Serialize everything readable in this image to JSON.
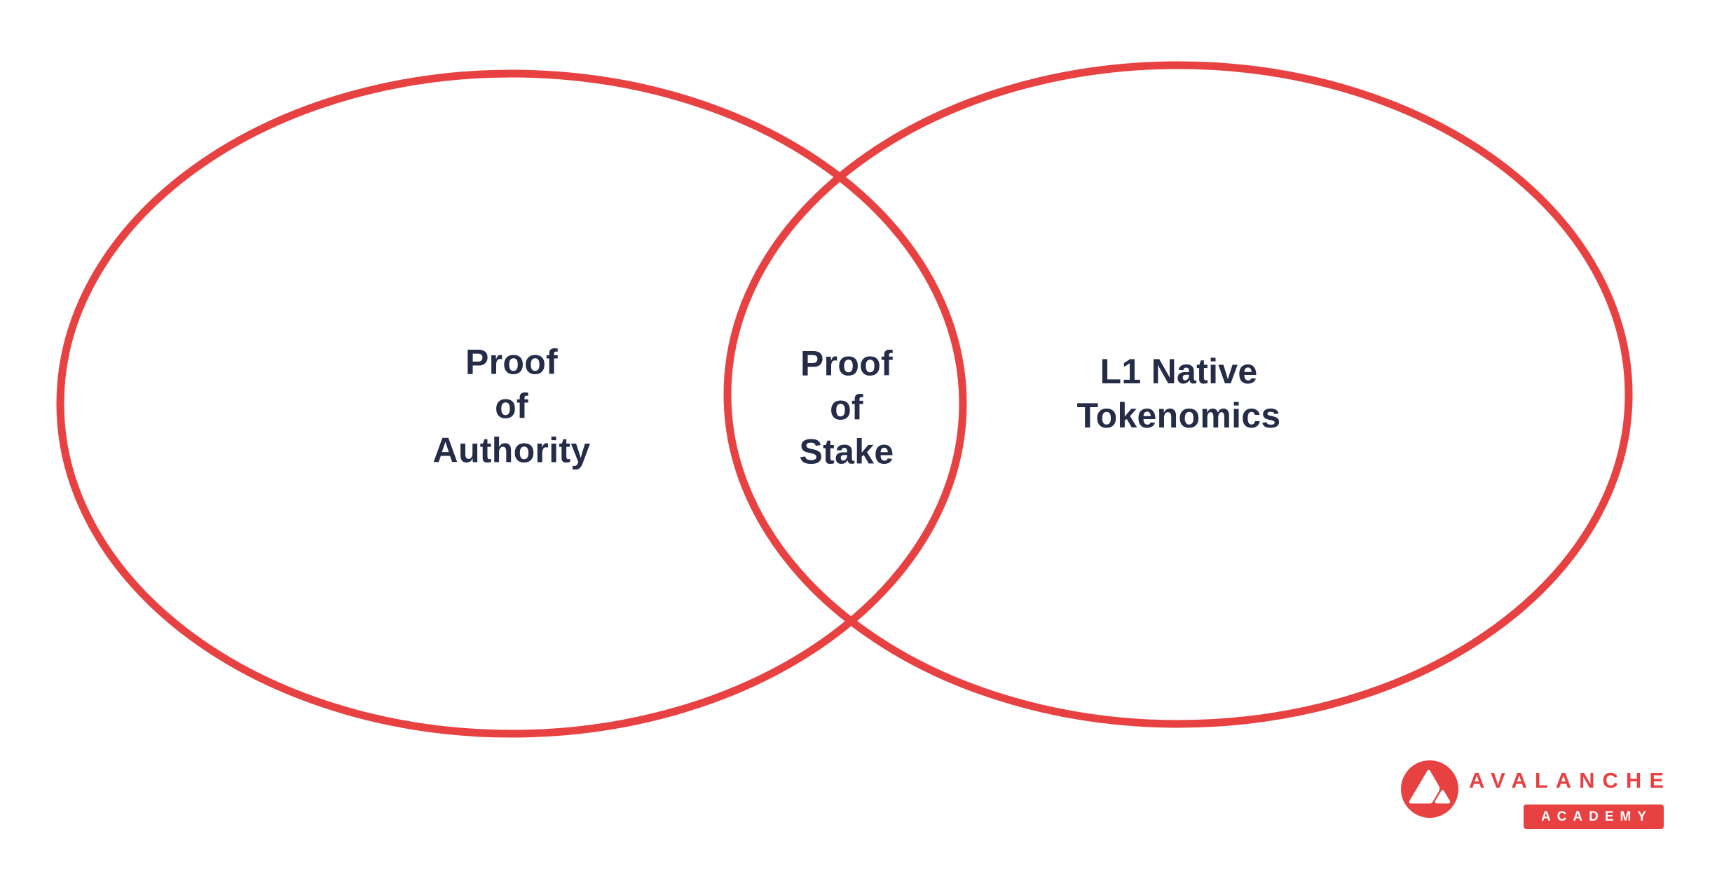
{
  "colors": {
    "accent_red": "#E84142",
    "text_navy": "#242C47",
    "background": "#FFFFFF"
  },
  "venn": {
    "left_set": {
      "lines": [
        "Proof",
        "of",
        "Authority"
      ]
    },
    "intersection": {
      "lines": [
        "Proof",
        "of",
        "Stake"
      ]
    },
    "right_set": {
      "lines": [
        "L1 Native",
        "Tokenomics"
      ]
    }
  },
  "logo": {
    "brand": "AVALANCHE",
    "sub_brand": "ACADEMY",
    "mark": "avalanche-triangle-icon"
  }
}
